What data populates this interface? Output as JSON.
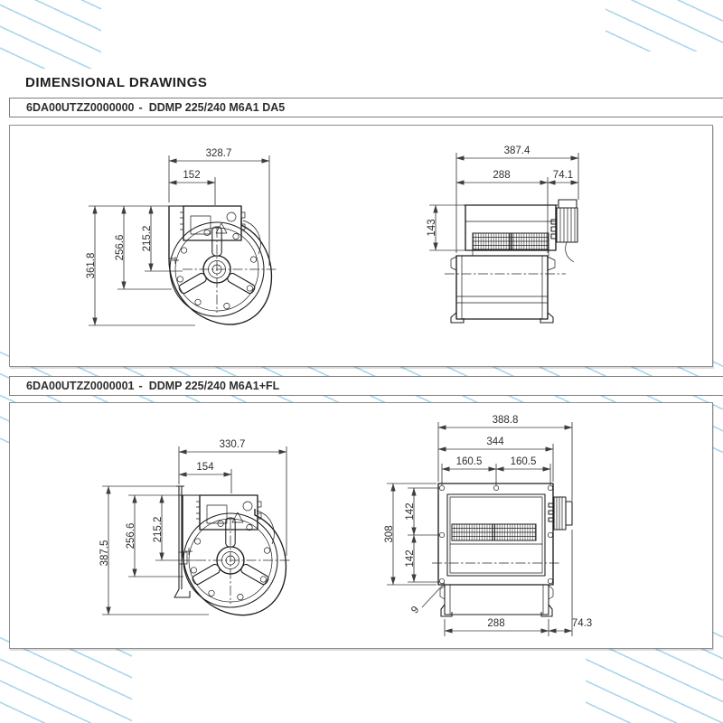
{
  "page": {
    "heading": "DIMENSIONAL DRAWINGS"
  },
  "decor": {
    "stripe_color": "#a9d6ed"
  },
  "sections": [
    {
      "code": "6DA00UTZZ0000000",
      "separator": "-",
      "name": "DDMP 225/240 M6A1 DA5",
      "side": {
        "w_total": "328.7",
        "w_box": "152",
        "h_total": "361.8",
        "h_mid": "256.6",
        "h_axis": "215.2"
      },
      "front": {
        "w_total": "387.4",
        "w_body": "288",
        "w_motor": "74.1",
        "h_top": "143"
      }
    },
    {
      "code": "6DA00UTZZ0000001",
      "separator": "-",
      "name": "DDMP 225/240 M6A1+FL",
      "side": {
        "w_total": "330.7",
        "w_box": "154",
        "h_total": "387.5",
        "h_mid": "256.6",
        "h_axis": "215.2"
      },
      "front": {
        "w_total": "388.8",
        "w_flange": "344",
        "pitch_l": "160.5",
        "pitch_r": "160.5",
        "h_flange": "308",
        "pitch_t": "142",
        "pitch_b": "142",
        "hole_d": "9",
        "w_body": "288",
        "w_motor": "74.3"
      }
    }
  ]
}
